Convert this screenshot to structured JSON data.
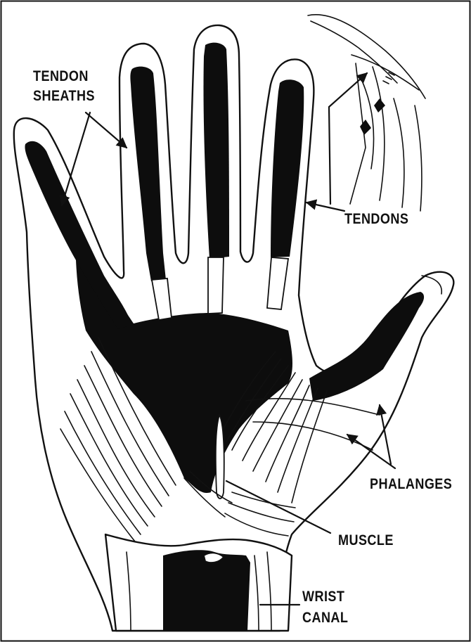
{
  "labels": {
    "tendon_sheaths_line1": "TENDON",
    "tendon_sheaths_line2": "SHEATHS",
    "tendons": "TENDONS",
    "phalanges": "PHALANGES",
    "muscle": "MUSCLE",
    "wrist_canal_line1": "WRIST",
    "wrist_canal_line2": "CANAL"
  },
  "colors": {
    "ink": "#0d0d0d",
    "paper": "#ffffff"
  }
}
